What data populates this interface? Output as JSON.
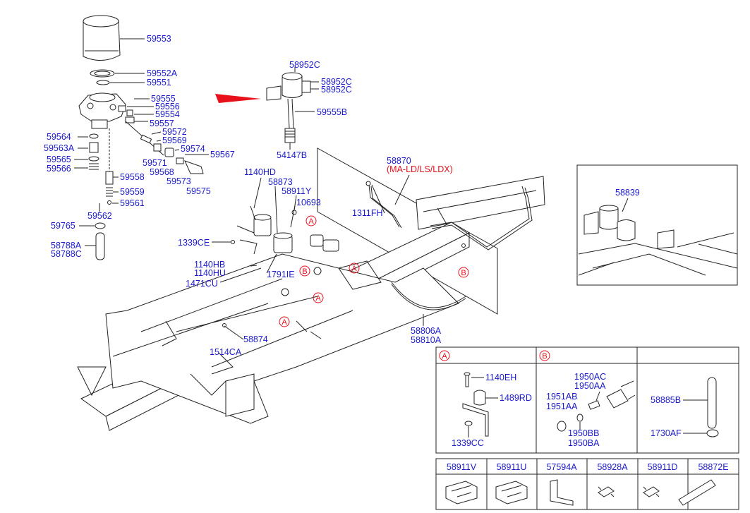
{
  "labels": {
    "l59553": "59553",
    "l59552a": "59552A",
    "l59551": "59551",
    "l59555": "59555",
    "l59556": "59556",
    "l59554": "59554",
    "l59557": "59557",
    "l59572": "59572",
    "l59569": "59569",
    "l59574": "59574",
    "l59567": "59567",
    "l59564": "59564",
    "l59563a": "59563A",
    "l59565": "59565",
    "l59566": "59566",
    "l59558": "59558",
    "l59571": "59571",
    "l59568": "59568",
    "l59573": "59573",
    "l59575": "59575",
    "l59559": "59559",
    "l59561": "59561",
    "l59562": "59562",
    "l59765": "59765",
    "l58788a": "58788A",
    "l58788c": "58788C",
    "l58952c_1": "58952C",
    "l58952c_2": "58952C",
    "l58952c_3": "58952C",
    "l59555b": "59555B",
    "l54147b": "54147B",
    "l58870": "58870",
    "l58870_note": "(MA-LD/LS/LDX)",
    "l1140hd": "1140HD",
    "l58873": "58873",
    "l58911y": "58911Y",
    "l10693": "10693",
    "l1311fh": "1311FH",
    "l1339ce": "1339CE",
    "l1140hb": "1140HB",
    "l1140hu": "1140HU",
    "l1791ie": "1791IE",
    "l1471cu": "1471CU",
    "l58874": "58874",
    "l1514ca": "1514CA",
    "l58806a": "58806A",
    "l58810a": "58810A",
    "l58839": "58839"
  },
  "markers": {
    "a": "A",
    "b": "B"
  },
  "table_ab": {
    "col_a": {
      "marker": "A",
      "parts": {
        "p1140eh": "1140EH",
        "p1489rd": "1489RD",
        "p1339cc": "1339CC"
      }
    },
    "col_b": {
      "marker": "B",
      "parts": {
        "p1950ac": "1950AC",
        "p1950aa": "1950AA",
        "p1951ab": "1951AB",
        "p1951aa": "1951AA",
        "p1950bb": "1950BB",
        "p1950ba": "1950BA"
      }
    },
    "col_c": {
      "parts": {
        "p58885b": "58885B",
        "p1730af": "1730AF"
      }
    }
  },
  "bottom_table": {
    "headers": [
      "58911V",
      "58911U",
      "57594A",
      "58928A",
      "58911D",
      "58872E"
    ]
  },
  "colors": {
    "label": "#1a1acc",
    "marker": "#e8101a",
    "line": "#222222"
  }
}
